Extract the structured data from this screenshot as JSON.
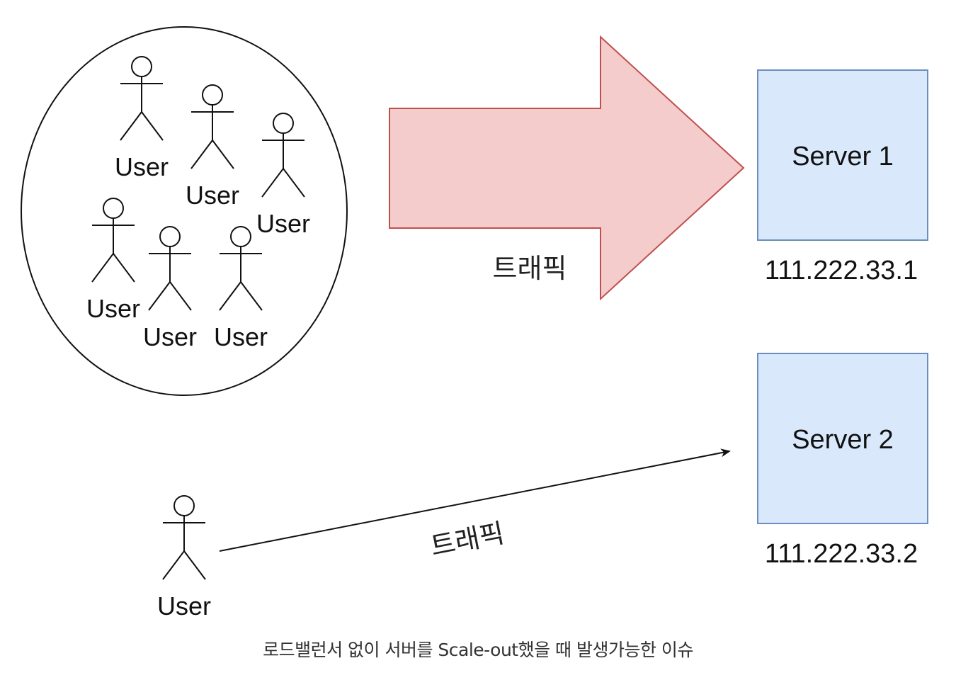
{
  "users": {
    "label": "User"
  },
  "servers": [
    {
      "name": "Server 1",
      "ip": "111.222.33.1"
    },
    {
      "name": "Server 2",
      "ip": "111.222.33.2"
    }
  ],
  "traffic": {
    "big_arrow_label": "트래픽",
    "small_arrow_label": "트래픽"
  },
  "caption": "로드밸런서 없이 서버를 Scale-out했을 때 발생가능한 이슈",
  "colors": {
    "server_fill": "#dae8fc",
    "server_stroke": "#6c8ebf",
    "arrow_fill": "#f4cccc",
    "arrow_stroke": "#c0504d",
    "line": "#111111"
  }
}
